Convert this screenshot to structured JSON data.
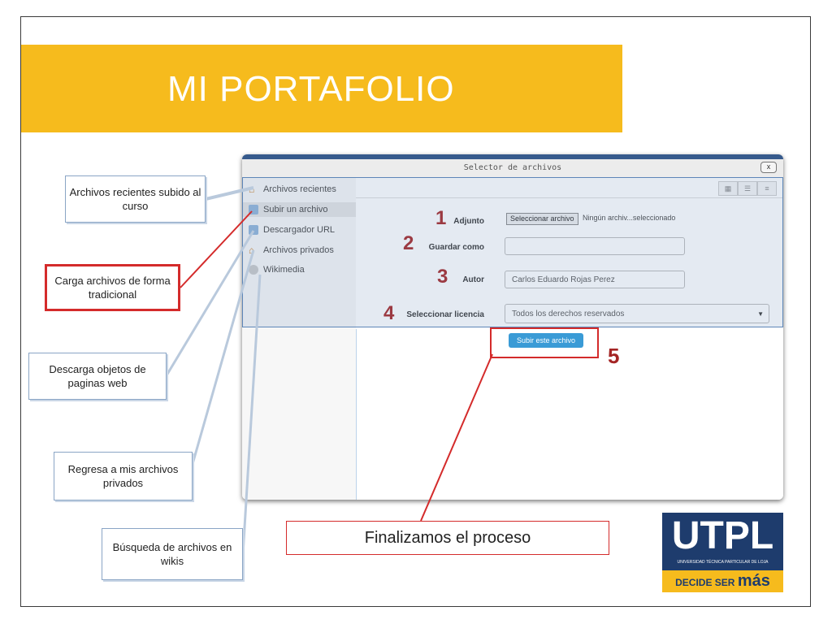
{
  "slide": {
    "title": "MI PORTAFOLIO"
  },
  "dialog": {
    "title": "Selector de archivos",
    "close_label": "x",
    "sidebar_items": [
      {
        "label": "Archivos recientes",
        "icon": "home-icon"
      },
      {
        "label": "Subir un archivo",
        "icon": "upload-icon"
      },
      {
        "label": "Descargador URL",
        "icon": "download-icon"
      },
      {
        "label": "Archivos privados",
        "icon": "home-icon"
      },
      {
        "label": "Wikimedia",
        "icon": "globe-icon"
      }
    ],
    "view_buttons": [
      "grid",
      "list",
      "tree"
    ],
    "form": {
      "adjunto_label": "Adjunto",
      "select_file_button": "Seleccionar archivo",
      "file_status": "Ningún archiv...seleccionado",
      "guardar_label": "Guardar como",
      "guardar_value": "",
      "autor_label": "Autor",
      "autor_value": "Carlos Eduardo Rojas Perez",
      "licencia_label": "Seleccionar licencia",
      "licencia_value": "Todos los derechos reservados",
      "upload_button": "Subir este archivo"
    },
    "steps": [
      "1",
      "2",
      "3",
      "4",
      "5"
    ]
  },
  "callouts": {
    "recientes": "Archivos recientes subido al curso",
    "carga": "Carga archivos de forma tradicional",
    "descarga": "Descarga  objetos de paginas web",
    "regresa": "Regresa a mis archivos privados",
    "busqueda": "Búsqueda de archivos en wikis",
    "finaliza": "Finalizamos el proceso"
  },
  "logo": {
    "name": "UTPL",
    "subtitle": "UNIVERSIDAD TÉCNICA PARTICULAR DE LOJA",
    "slogan_pre": "DECIDE SER",
    "slogan_mas": "más"
  },
  "colors": {
    "title_band": "#f6bb1d",
    "accent_red": "#d42b2b",
    "step_red": "#a42424",
    "upload_blue": "#3a9bd6",
    "logo_navy": "#1e3c6d"
  }
}
